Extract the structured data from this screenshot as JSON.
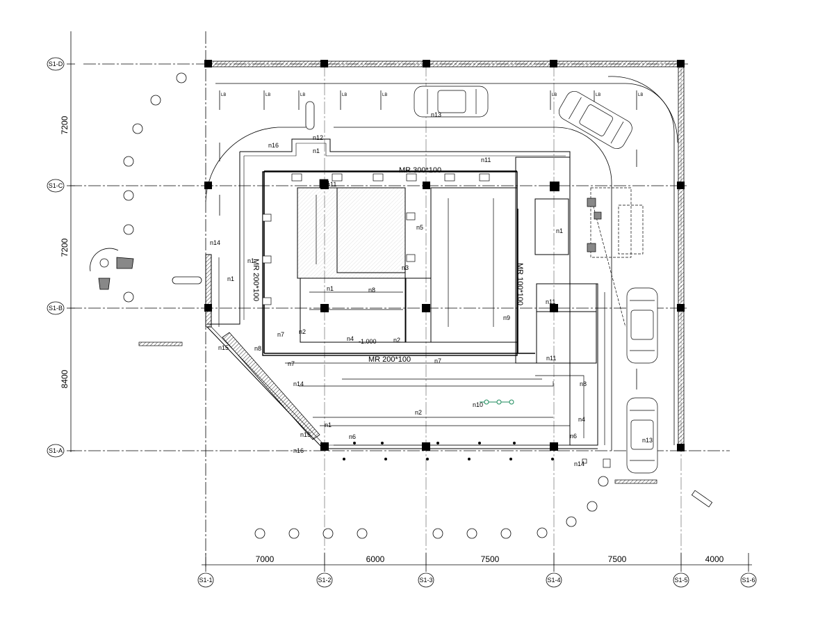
{
  "grid": {
    "rows": [
      "S1-D",
      "S1-C",
      "S1-B",
      "S1-A"
    ],
    "cols": [
      "S1-1",
      "S1-2",
      "S1-3",
      "S1-4",
      "S1-5",
      "S1-6"
    ],
    "row_dims": [
      "7200",
      "7200",
      "8400"
    ],
    "col_dims": [
      "7000",
      "6000",
      "7500",
      "7500",
      "4000"
    ]
  },
  "ducts": [
    "MR 300*100",
    "MR 200*100",
    "MR 100*100",
    "MR 200*100"
  ],
  "level": "-1.000",
  "circuits": [
    "n1",
    "n1",
    "n1",
    "n1",
    "n1",
    "n1",
    "n2",
    "n2",
    "n2",
    "n3",
    "n4",
    "n4",
    "n5",
    "n6",
    "n6",
    "n7",
    "n7",
    "n7",
    "n8",
    "n8",
    "n8",
    "n9",
    "n10",
    "n11",
    "n11",
    "n11",
    "n11",
    "n12",
    "n13",
    "n13",
    "n14",
    "n14",
    "n14",
    "n15",
    "n15",
    "n16",
    "n16"
  ],
  "fixture_tag": "LB"
}
